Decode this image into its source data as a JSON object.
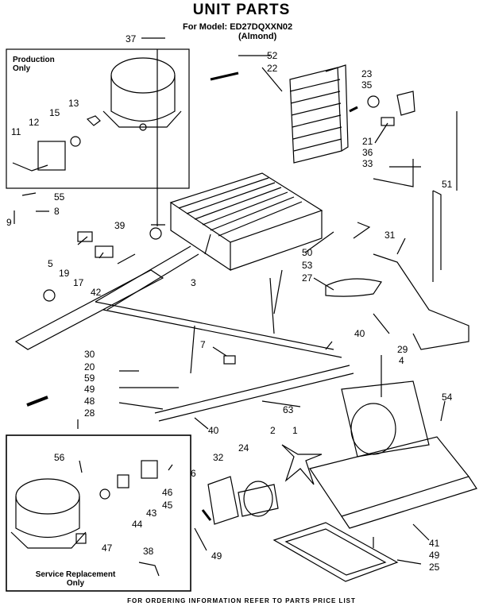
{
  "title": "UNIT PARTS",
  "model_line1": "For Model: ED27DQXXN02",
  "model_line2": "(Almond)",
  "production_label_1": "Production",
  "production_label_2": "Only",
  "service_label_1": "Service Replacement",
  "service_label_2": "Only",
  "footer": "FOR ORDERING INFORMATION REFER TO PARTS PRICE LIST",
  "callouts": {
    "c37": "37",
    "c52": "52",
    "c22": "22",
    "c23": "23",
    "c35": "35",
    "c13": "13",
    "c12": "12",
    "c15": "15",
    "c11": "11",
    "c21": "21",
    "c36": "36",
    "c33": "33",
    "c51": "51",
    "c55": "55",
    "c8": "8",
    "c9": "9",
    "c39": "39",
    "c50": "50",
    "c31": "31",
    "c5": "5",
    "c19": "19",
    "c17": "17",
    "c42": "42",
    "c3": "3",
    "c53": "53",
    "c27": "27",
    "c40a": "40",
    "c29": "29",
    "c4": "4",
    "c7": "7",
    "c30": "30",
    "c20": "20",
    "c59": "59",
    "c49a": "49",
    "c48": "48",
    "c28": "28",
    "c63": "63",
    "c54": "54",
    "c40b": "40",
    "c56": "56",
    "c32": "32",
    "c24": "24",
    "c2": "2",
    "c1": "1",
    "c6": "6",
    "c46": "46",
    "c43": "43",
    "c45": "45",
    "c44": "44",
    "c47": "47",
    "c38": "38",
    "c49b": "49",
    "c41": "41",
    "c49c": "49",
    "c25": "25"
  }
}
